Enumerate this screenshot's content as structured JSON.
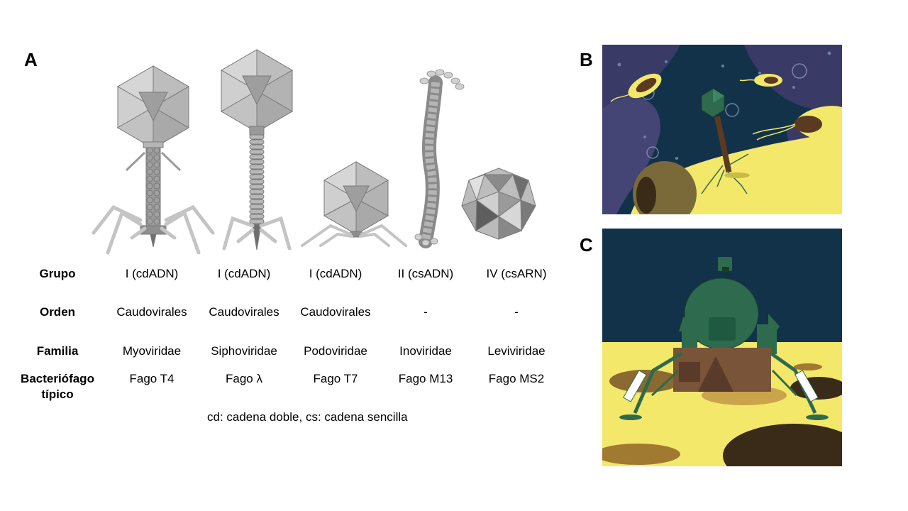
{
  "labels": {
    "a": "A",
    "b": "B",
    "c": "C"
  },
  "table": {
    "row_headers": {
      "grupo": "Grupo",
      "orden": "Orden",
      "familia": "Familia",
      "bacteriofago_1": "Bacteriófago",
      "bacteriofago_2": "típico"
    },
    "columns": [
      {
        "grupo": "I (cdADN)",
        "orden": "Caudovirales",
        "familia": "Myoviridae",
        "fago": "Fago T4"
      },
      {
        "grupo": "I (cdADN)",
        "orden": "Caudovirales",
        "familia": "Siphoviridae",
        "fago": "Fago λ"
      },
      {
        "grupo": "I (cdADN)",
        "orden": "Caudovirales",
        "familia": "Podoviridae",
        "fago": "Fago T7"
      },
      {
        "grupo": "II (csADN)",
        "orden": "-",
        "familia": "Inoviridae",
        "fago": "Fago M13"
      },
      {
        "grupo": "IV (csARN)",
        "orden": "-",
        "familia": "Leviviridae",
        "fago": "Fago MS2"
      }
    ],
    "footnote": "cd: cadena doble, cs: cadena sencilla"
  },
  "colors": {
    "space_bg": "#12324a",
    "planet_yellow": "#f4e86a",
    "nebula": "#3c3c68",
    "phage_green": "#2e6b4e",
    "lander_brown": "#7a5438"
  }
}
